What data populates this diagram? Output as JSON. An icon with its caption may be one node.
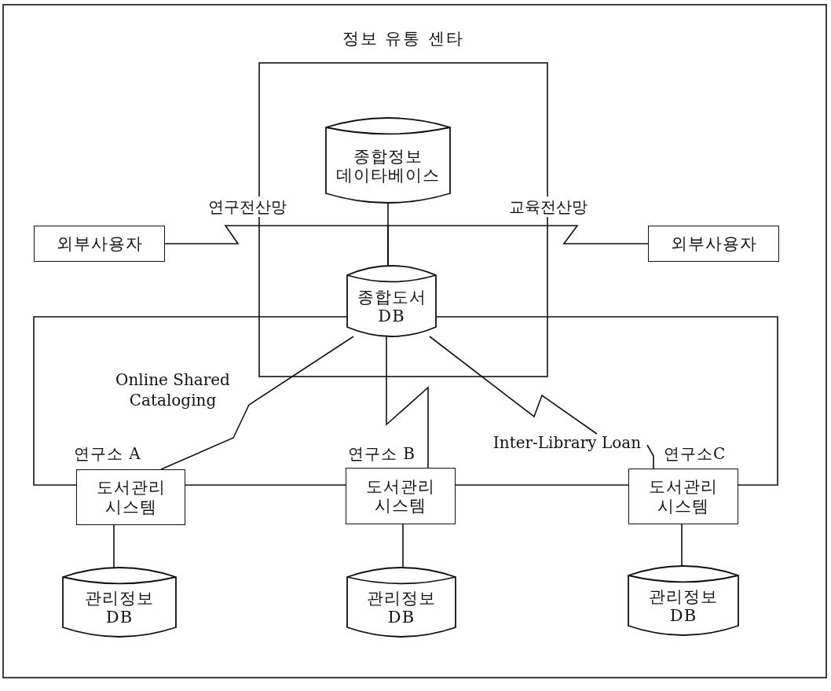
{
  "diagram": {
    "nodes": [
      {
        "text": [
          "정보 유통 센타"
        ]
      },
      {
        "text": [
          "종합정보 데이타베이스"
        ],
        "in": 0
      },
      {
        "text": [
          "외부사용자"
        ]
      },
      {
        "text": [
          "외부사용자"
        ]
      },
      {
        "text": [
          "종합도서 DB"
        ],
        "in": 0
      },
      {
        "text": [
          "도서관리 시스템"
        ],
        "beside": [
          "연구소 A"
        ]
      },
      {
        "text": [
          "도서관리 시스템"
        ],
        "beside": [
          "연구소 B"
        ]
      },
      {
        "text": [
          "도서관리 시스템"
        ],
        "beside": [
          "연구소C"
        ]
      },
      {
        "text": [
          "관리정보 DB"
        ]
      },
      {
        "text": [
          "관리정보 DB"
        ]
      },
      {
        "text": [
          "관리정보 DB"
        ]
      },
      {
        "text": [
          "Inter-Library Loan"
        ]
      }
    ],
    "edges": [
      {
        "from": 1,
        "to": 4,
        "arrow": "none"
      },
      {
        "from": 2,
        "to": 4,
        "arrow": "none",
        "label": "연구전산망"
      },
      {
        "from": 3,
        "to": 4,
        "arrow": "none",
        "label": "교육전산망"
      },
      {
        "from": 4,
        "to": 5,
        "arrow": "none"
      },
      {
        "from": 4,
        "to": 7,
        "arrow": "none"
      },
      {
        "from": 4,
        "to": 5,
        "arrow": "none",
        "label": "Online Shared Cataloging"
      },
      {
        "from": 4,
        "to": 6,
        "arrow": "none"
      },
      {
        "from": 4,
        "to": 11,
        "arrow": "none"
      },
      {
        "from": 5,
        "to": 6,
        "arrow": "none"
      },
      {
        "from": 6,
        "to": 7,
        "arrow": "none"
      },
      {
        "from": 5,
        "to": 8,
        "arrow": "none"
      },
      {
        "from": 6,
        "to": 9,
        "arrow": "none"
      },
      {
        "from": 7,
        "to": 10,
        "arrow": "none"
      },
      {
        "from": 11,
        "to": 7,
        "arrow": "none"
      }
    ]
  }
}
